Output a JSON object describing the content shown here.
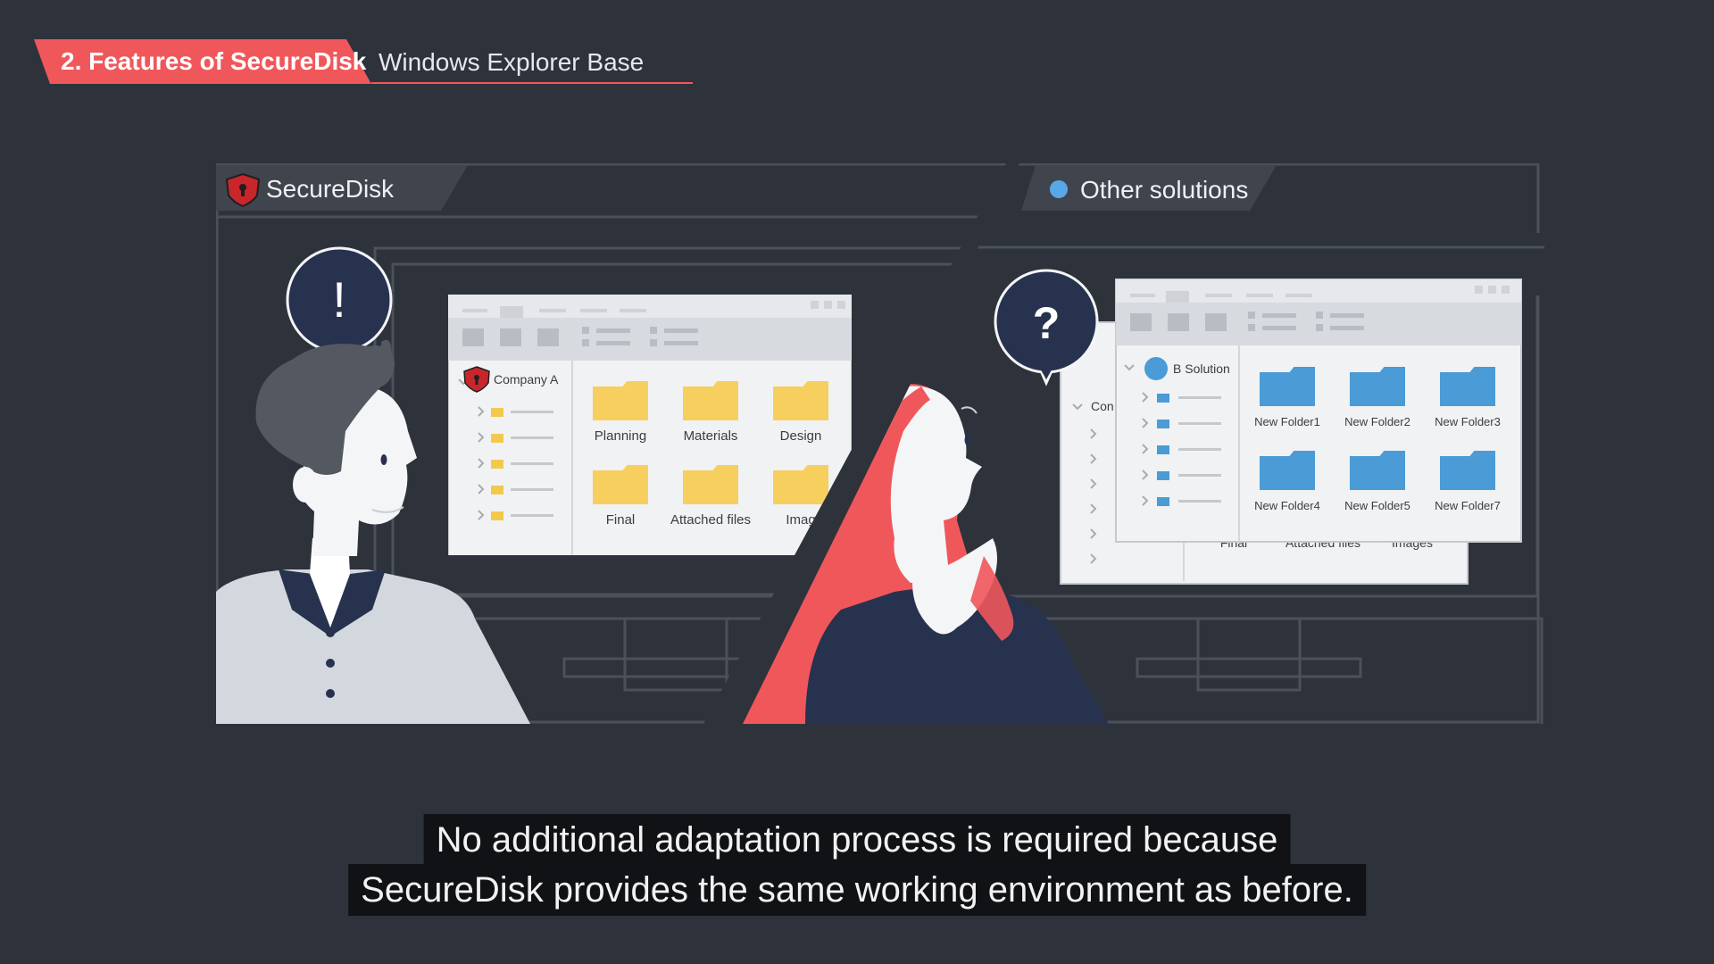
{
  "header": {
    "tag": "2. Features of SecureDisk",
    "subtitle": "Windows Explorer Base"
  },
  "left_panel": {
    "label": "SecureDisk",
    "bubble": "!",
    "explorer": {
      "root": "Company A",
      "folders": [
        "Planning",
        "Materials",
        "Design",
        "Final",
        "Attached files",
        "Imag"
      ]
    }
  },
  "right_panel": {
    "label": "Other solutions",
    "bubble": "?",
    "back_explorer": {
      "root": "Con",
      "folders": [
        "Final",
        "Attached files",
        "Images"
      ]
    },
    "explorer": {
      "root": "B Solution",
      "folders": [
        "New Folder1",
        "New Folder2",
        "New Folder3",
        "New Folder4",
        "New Folder5",
        "New Folder7"
      ]
    }
  },
  "subtitles": {
    "line1": "No additional adaptation process is required because",
    "line2": "SecureDisk provides the same working environment as before."
  },
  "colors": {
    "background": "#2e323b",
    "accent": "#f0575b",
    "folder_yellow": "#f6cf5f",
    "folder_blue": "#4a9bd6",
    "navy": "#27324f"
  },
  "icons": {
    "left_label": "shield-icon",
    "right_label": "dot-icon"
  }
}
